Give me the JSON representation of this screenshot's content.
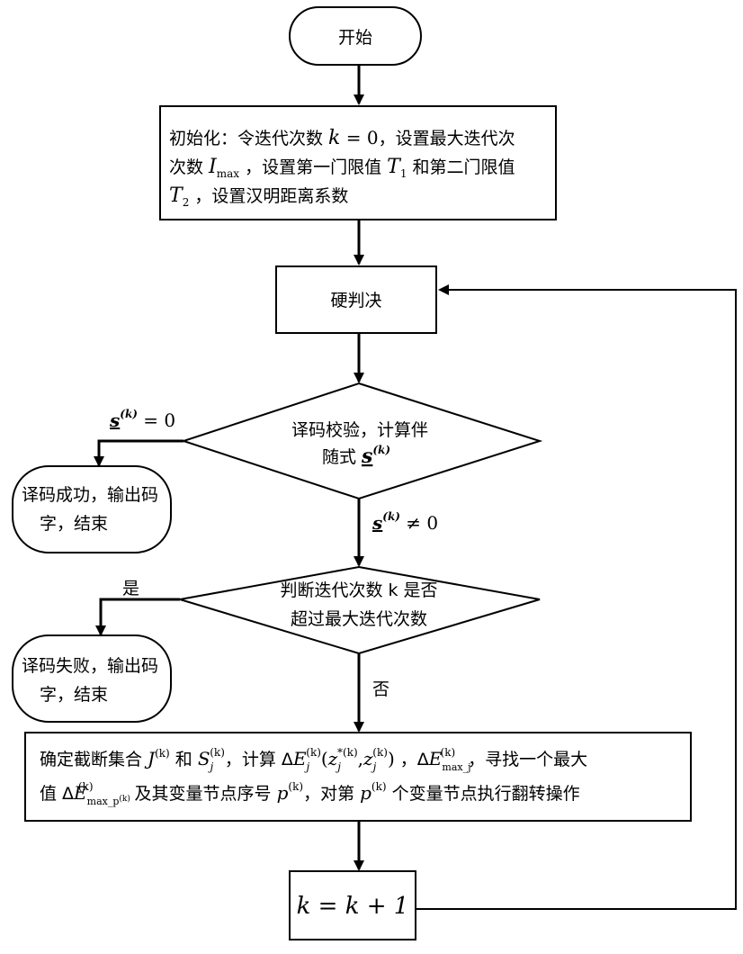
{
  "nodes": {
    "start": "开始",
    "init": {
      "line1_a": "初始化：令迭代次数 ",
      "line1_k": "k",
      "line1_eq": " = 0",
      "line1_b": "，设置最大迭代次",
      "line2_a": "次数 ",
      "line2_I": "I",
      "line2_max": "max",
      "line2_b": " ，设置第一门限值 ",
      "line2_T": "T",
      "line2_1": "1",
      "line2_c": " 和第二门限值",
      "line3_T": "T",
      "line3_2": "2",
      "line3_b": " ，设置汉明距离系数"
    },
    "hard_decision": "硬判决",
    "syndrome": {
      "line1": "译码校验，计算伴",
      "line2_a": "随式 ",
      "line2_s": "s",
      "line2_k": "(k)"
    },
    "success": {
      "line1": "译码成功，输出码",
      "line2": "字，结束"
    },
    "check_iter": {
      "line1": "判断迭代次数 k 是否",
      "line2": "超过最大迭代次数"
    },
    "failure": {
      "line1": "译码失败，输出码",
      "line2": "字，结束"
    },
    "flip": {
      "l1_a": "确定截断集合 ",
      "l1_J": "J",
      "l1_Jk": "(k)",
      "l1_b": " 和 ",
      "l1_S": "S",
      "l1_Sj": "j",
      "l1_Sk": "(k)",
      "l1_c": "，计算 Δ",
      "l1_E": "E",
      "l1_Ej": "j",
      "l1_Ek": "(k)",
      "l1_paren": "(",
      "l1_z1": "z",
      "l1_z1j": "j",
      "l1_z1k": "*(k)",
      "l1_comma": ",",
      "l1_z2": "z",
      "l1_z2j": "j",
      "l1_z2k": "(k)",
      "l1_close": ")",
      "l1_d": " ，Δ",
      "l1_E2": "E",
      "l1_E2sub": "max_j",
      "l1_E2k": "(k)",
      "l1_e": "，寻找一个最大",
      "l2_a": "值 Δ",
      "l2_E": "E",
      "l2_Esub": "max_p",
      "l2_Esubk": "(k)",
      "l2_Ek": "(k)",
      "l2_b": " 及其变量节点序号 ",
      "l2_p": "p",
      "l2_pk": "(k)",
      "l2_c": "，对第 ",
      "l2_p2": "p",
      "l2_p2k": "(k)",
      "l2_d": " 个变量节点执行翻转操作"
    },
    "increment": "k = k + 1"
  },
  "edges": {
    "s_zero_s": "s",
    "s_zero_k": "(k)",
    "s_zero_rest": " = 0",
    "s_nonzero_s": "s",
    "s_nonzero_k": "(k)",
    "s_nonzero_rest": " ≠ 0",
    "yes": "是",
    "no": "否"
  }
}
